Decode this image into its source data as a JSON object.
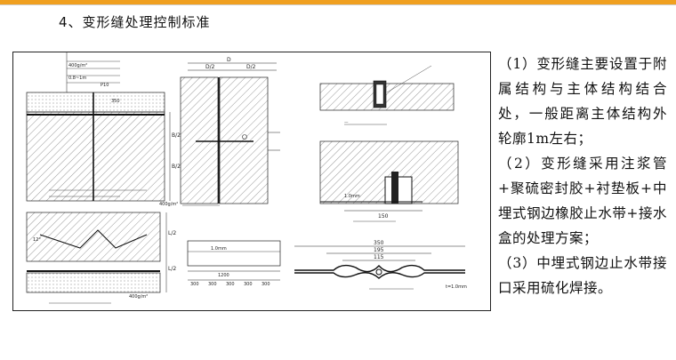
{
  "title": "4、变形缝处理控制标准",
  "paragraphs": [
    "（1）变形缝主要设置于附属结构与主体结构结合处，一般距离主体结构外轮廓1m左右；",
    "（2）变形缝采用注浆管+聚硫密封胶+衬垫板+中埋式钢边橡胶止水带+接水盒的处理方案；",
    "（3）中埋式钢边止水带接口采用硫化焊接。"
  ],
  "drawing": {
    "a_labels": [
      "400g/m²",
      "0.8~1m",
      "P10",
      "350",
      "B/2",
      "B/2"
    ],
    "b_labels": [
      "D/2",
      "D/2",
      "D",
      "400g/m²"
    ],
    "d_labels": [
      "1.0mm",
      "150"
    ],
    "e_labels": [
      "400g/m²",
      "L/2",
      "L/2",
      "12°"
    ],
    "f_labels": [
      "300",
      "300",
      "300",
      "300",
      "300",
      "1.0mm",
      "1200"
    ],
    "g_labels": [
      "350",
      "195",
      "115",
      "t=1.0mm"
    ]
  },
  "colors": {
    "accent_bar": "#f0a020"
  }
}
